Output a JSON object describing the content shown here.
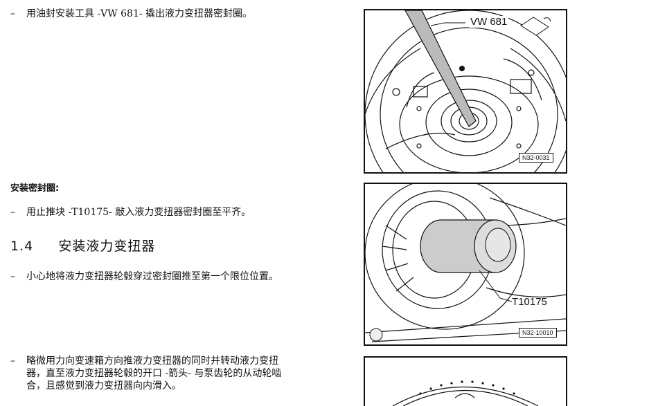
{
  "steps": {
    "step1": "用油封安装工具 -VW 681- 撬出液力变扭器密封圈。",
    "section_label": "安装密封圈:",
    "step2": "用止推块 -T10175- 敲入液力变扭器密封圈至平齐。",
    "heading_number": "1.4",
    "heading_title": "安装液力变扭器",
    "step3": "小心地将液力变扭器轮毂穿过密封圈推至第一个限位位置。",
    "step4_line1": "略微用力向变速箱方向推液力变扭器的同时并转动液力变扭",
    "step4_line2": "器，直至液力变扭器轮毂的开口 -箭头- 与泵齿轮的从动轮啮",
    "step4_line3": "合，且感觉到液力变扭器向内滑入。"
  },
  "bullet": "–",
  "figures": {
    "fig1": {
      "tool_label": "VW 681",
      "figure_id": "N32-0031"
    },
    "fig2": {
      "tool_label": "T10175",
      "figure_id": "N32-10010"
    }
  }
}
